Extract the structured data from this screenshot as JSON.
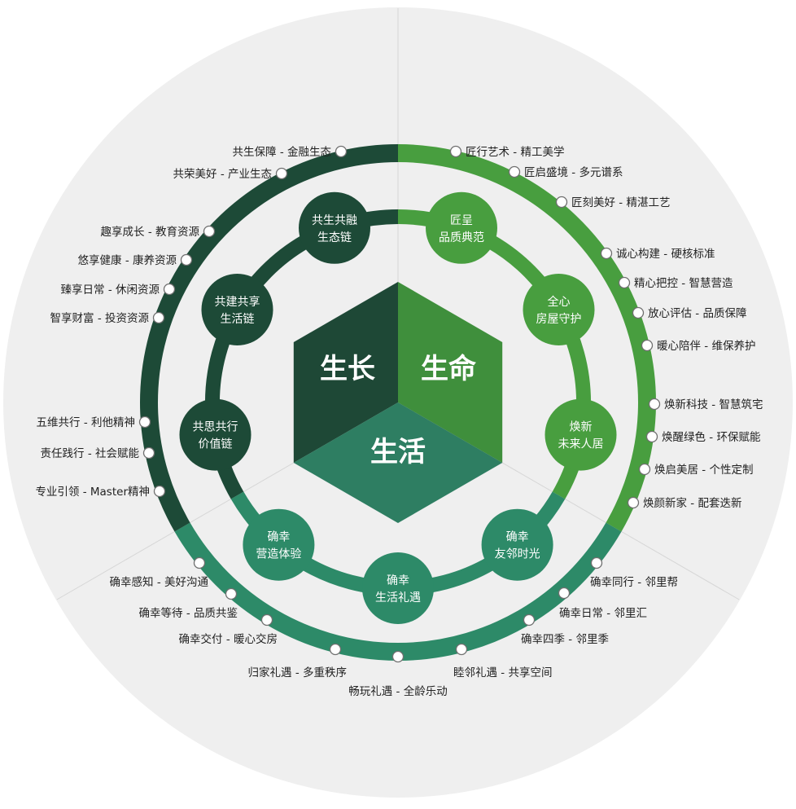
{
  "colors": {
    "bg_circle": "#efefef",
    "dark": "#1d4a37",
    "light": "#489e3f",
    "teal": "#2d8a68",
    "hex_dark": "#1e4836",
    "hex_light": "#3f8f3c",
    "hex_teal": "#2e7e62",
    "dot_fill": "#ffffff",
    "guide": "#d6d6d6"
  },
  "hexagon": {
    "left": "生长",
    "right": "生命",
    "bottom": "生活"
  },
  "nodes": [
    {
      "id": "gongsheng",
      "lines": [
        "共生共融",
        "生态链"
      ],
      "color": "dark"
    },
    {
      "id": "jiangcheng",
      "lines": [
        "匠呈",
        "品质典范"
      ],
      "color": "light"
    },
    {
      "id": "quanxin",
      "lines": [
        "全心",
        "房屋守护"
      ],
      "color": "light"
    },
    {
      "id": "huanxin",
      "lines": [
        "焕新",
        "未来人居"
      ],
      "color": "light"
    },
    {
      "id": "quexing-youlin",
      "lines": [
        "确幸",
        "友邻时光"
      ],
      "color": "teal"
    },
    {
      "id": "quexing-shenghuo",
      "lines": [
        "确幸",
        "生活礼遇"
      ],
      "color": "teal"
    },
    {
      "id": "quexing-yingzao",
      "lines": [
        "确幸",
        "营造体验"
      ],
      "color": "teal"
    },
    {
      "id": "gongsi",
      "lines": [
        "共思共行",
        "价值链"
      ],
      "color": "dark"
    },
    {
      "id": "gongjian",
      "lines": [
        "共建共享",
        "生活链"
      ],
      "color": "dark"
    }
  ],
  "outer_items": [
    "共生保障 - 金融生态",
    "共荣美好 - 产业生态",
    "趣享成长 - 教育资源",
    "悠享健康 - 康养资源",
    "臻享日常 - 休闲资源",
    "智享财富 - 投资资源",
    "五维共行 - 利他精神",
    "责任践行 - 社会赋能",
    "专业引领 - Master精神",
    "匠行艺术 - 精工美学",
    "匠启盛境 - 多元谱系",
    "匠刻美好 - 精湛工艺",
    "诚心构建 - 硬核标准",
    "精心把控 - 智慧营造",
    "放心评估 - 品质保障",
    "暖心陪伴 - 维保养护",
    "焕新科技 - 智慧筑宅",
    "焕醒绿色 - 环保赋能",
    "焕启美居 - 个性定制",
    "焕颜新家 - 配套迭新",
    "确幸同行 - 邻里帮",
    "确幸日常 - 邻里汇",
    "确幸四季 - 邻里季",
    "睦邻礼遇 - 共享空间",
    "畅玩礼遇 - 全龄乐动",
    "归家礼遇 - 多重秩序",
    "确幸交付 - 暖心交房",
    "确幸等待 - 品质共鉴",
    "确幸感知 - 美好沟通"
  ]
}
